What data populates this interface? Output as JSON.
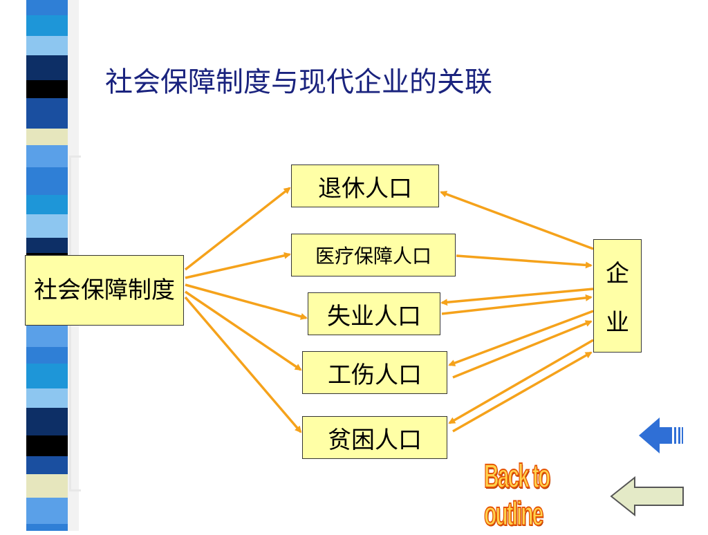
{
  "slide": {
    "title": "社会保障制度与现代企业的关联"
  },
  "diagram": {
    "source": "社会保障制度",
    "target": [
      "企",
      "业"
    ],
    "nodes": [
      "退休人口",
      "医疗保障人口",
      "失业人口",
      "工伤人口",
      "贫困人口"
    ],
    "edge_color": "#f5a21b",
    "box_fill": "#ffffa6"
  },
  "nav": {
    "back_to_outline_label": "Back to outline",
    "back_icon": "blue-left-arrow-icon",
    "outline_icon": "outline-left-arrow-icon"
  },
  "colors": {
    "title": "#1a237e",
    "stripe_blue": "#2f7fd6",
    "stripe_navy": "#0d2f66",
    "stripe_cream": "#e6e6bd"
  }
}
